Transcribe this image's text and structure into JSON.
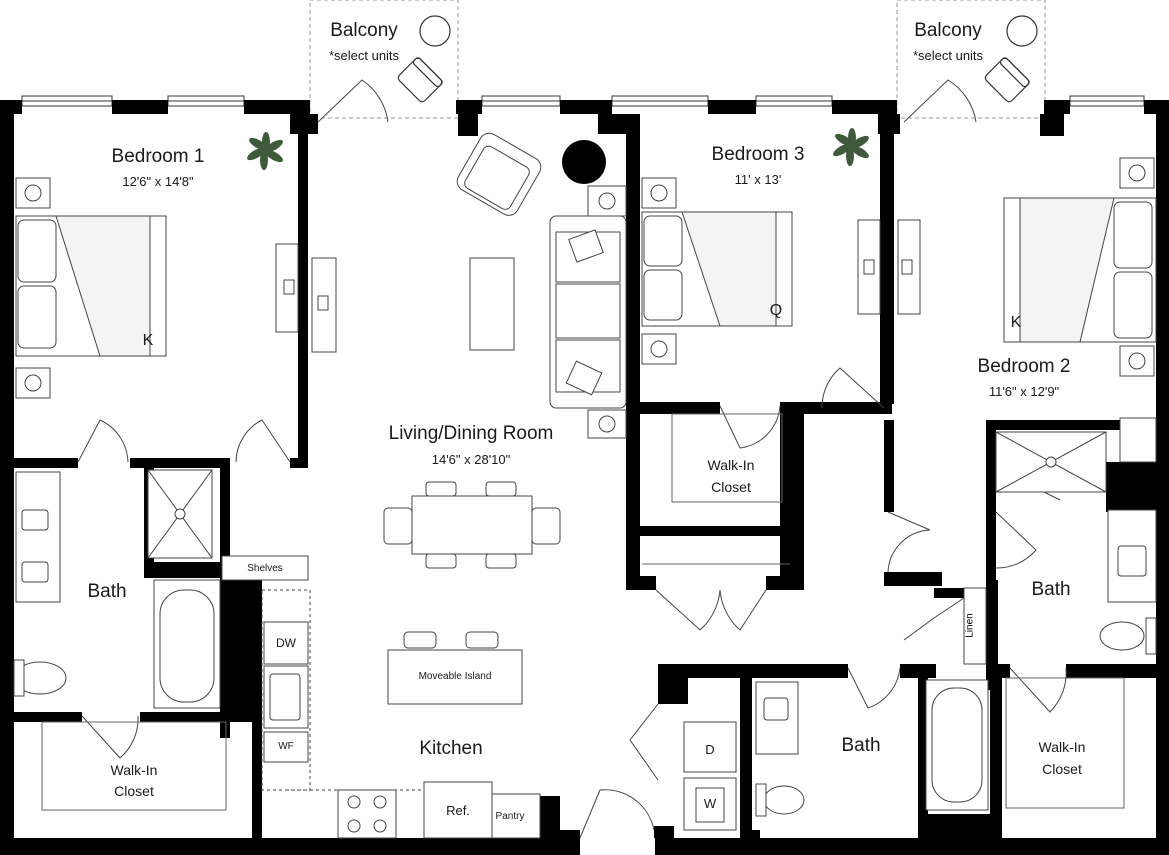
{
  "rooms": {
    "bedroom1": {
      "name": "Bedroom 1",
      "dims": "12'6\" x 14'8\"",
      "bed": "K"
    },
    "bedroom2": {
      "name": "Bedroom 2",
      "dims": "11'6\" x 12'9\"",
      "bed": "K"
    },
    "bedroom3": {
      "name": "Bedroom 3",
      "dims": "11' x 13'",
      "bed": "Q"
    },
    "living": {
      "name": "Living/Dining Room",
      "dims": "14'6\" x 28'10\""
    },
    "kitchen": {
      "name": "Kitchen"
    },
    "bath_left": {
      "name": "Bath"
    },
    "bath_center": {
      "name": "Bath"
    },
    "bath_right": {
      "name": "Bath"
    },
    "walkin_left": {
      "line1": "Walk-In",
      "line2": "Closet"
    },
    "walkin_center": {
      "line1": "Walk-In",
      "line2": "Closet"
    },
    "walkin_right": {
      "line1": "Walk-In",
      "line2": "Closet"
    }
  },
  "balconies": [
    {
      "name": "Balcony",
      "note": "*select units"
    },
    {
      "name": "Balcony",
      "note": "*select units"
    }
  ],
  "fixtures": {
    "shelves": "Shelves",
    "dishwasher": "DW",
    "water_filter": "WF",
    "island": "Moveable Island",
    "fridge": "Ref.",
    "pantry": "Pantry",
    "dryer": "D",
    "washer": "W",
    "linen": "Linen"
  },
  "colors": {
    "wall": "#000000",
    "line": "#555555",
    "plant": "#3f5a3a"
  }
}
